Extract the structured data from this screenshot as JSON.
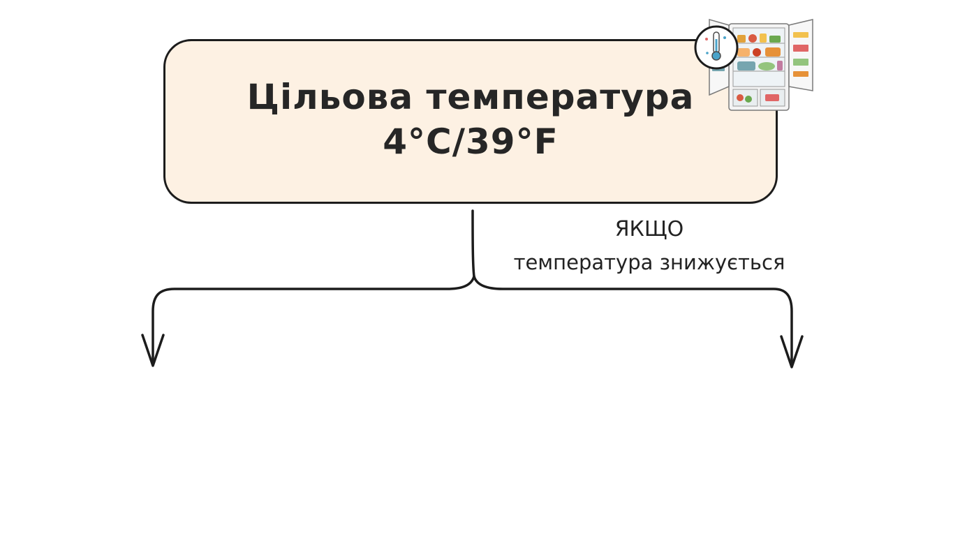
{
  "title": {
    "line1": "Цільова температура",
    "line2": "4°C/39°F"
  },
  "condition": {
    "line1": "ЯКЩО",
    "line2": "температура знижується"
  },
  "icons": {
    "fridge": "open-fridge-icon",
    "thermometer": "thermometer-badge-icon"
  },
  "colors": {
    "box_fill": "#fdf1e3",
    "stroke": "#1c1c1c",
    "text": "#262626"
  }
}
